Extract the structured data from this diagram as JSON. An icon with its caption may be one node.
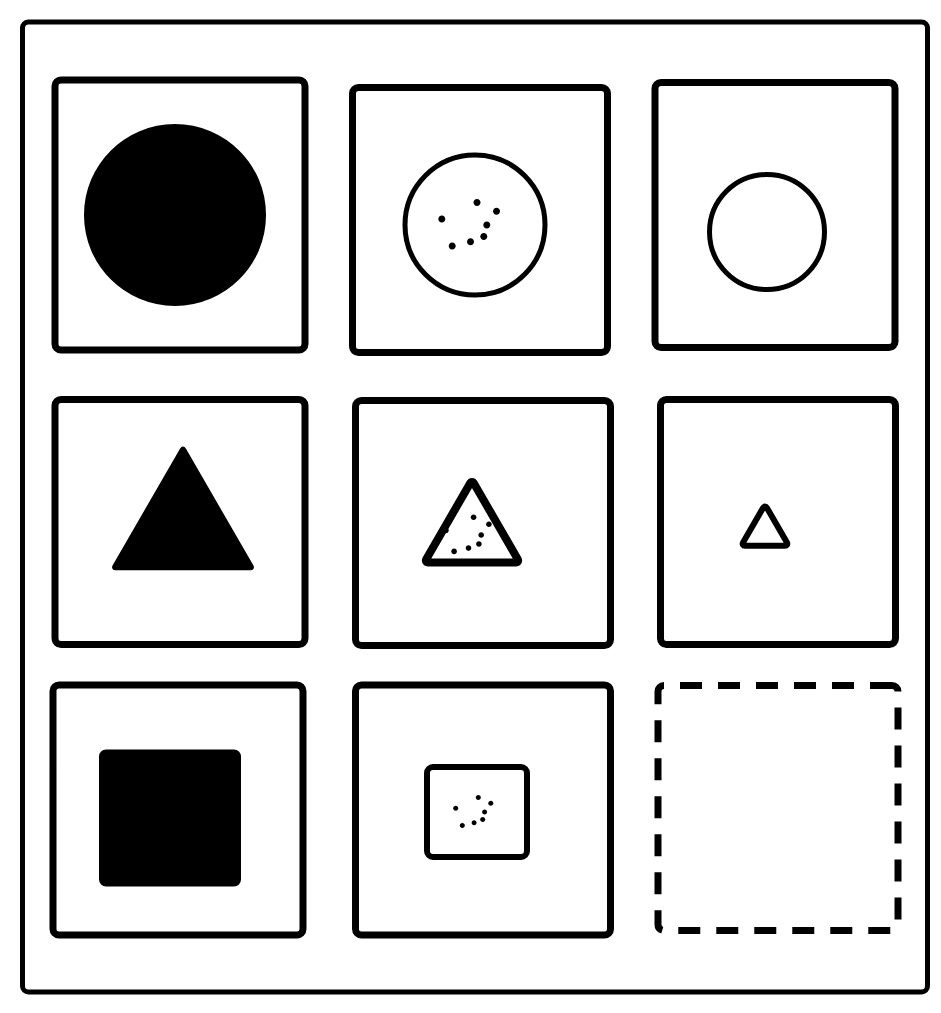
{
  "diagram": {
    "nodes": [
      {
        "text": [],
        "shape": "box"
      },
      {
        "text": [],
        "shape": "box",
        "in": 0
      },
      {
        "text": [],
        "shape": "box",
        "in": 0
      },
      {
        "text": [],
        "shape": "box",
        "in": 0
      },
      {
        "text": [],
        "shape": "box",
        "in": 0
      },
      {
        "text": [],
        "shape": "box",
        "in": 0
      },
      {
        "text": [],
        "shape": "box",
        "in": 0
      },
      {
        "text": [],
        "shape": "box",
        "in": 0
      },
      {
        "text": [],
        "shape": "box",
        "in": 0
      },
      {
        "text": [],
        "shape": "box",
        "in": 0
      },
      {
        "text": [],
        "shape": "circle",
        "in": 1
      },
      {
        "text": [],
        "shape": "circle",
        "in": 2
      },
      {
        "text": [],
        "shape": "circle",
        "in": 3
      },
      {
        "text": [],
        "shape": "triangle",
        "in": 4
      },
      {
        "text": [],
        "shape": "triangle",
        "in": 5
      },
      {
        "text": [],
        "shape": "triangle",
        "in": 6
      },
      {
        "text": [],
        "shape": "box",
        "in": 7
      },
      {
        "text": [],
        "shape": "box",
        "in": 8
      }
    ]
  }
}
